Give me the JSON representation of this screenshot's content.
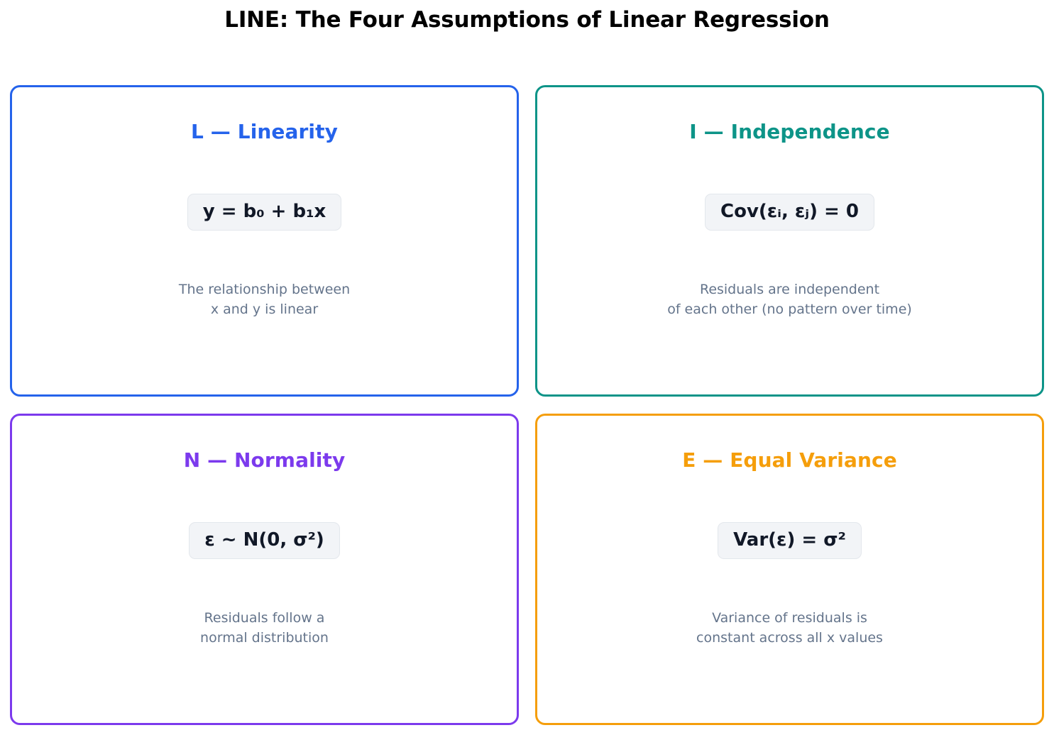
{
  "page": {
    "title": "LINE: The Four Assumptions of Linear Regression",
    "background": "#ffffff"
  },
  "cards": [
    {
      "id": "linearity",
      "title": "L — Linearity",
      "formula": "y = b₀ + b₁x",
      "description": "The relationship between\nx and y is linear",
      "accent_color": "#2563eb",
      "formula_bg": "#f2f4f7",
      "description_color": "#64748b"
    },
    {
      "id": "independence",
      "title": "I — Independence",
      "formula": "Cov(εᵢ, εⱼ) = 0",
      "description": "Residuals are independent\nof each other (no pattern over time)",
      "accent_color": "#0d9488",
      "formula_bg": "#f2f4f7",
      "description_color": "#64748b"
    },
    {
      "id": "normality",
      "title": "N — Normality",
      "formula": "ε ~ N(0, σ²)",
      "description": "Residuals follow a\nnormal distribution",
      "accent_color": "#7c3aed",
      "formula_bg": "#f2f4f7",
      "description_color": "#64748b"
    },
    {
      "id": "equal-variance",
      "title": "E — Equal Variance",
      "formula": "Var(ε) = σ²",
      "description": "Variance of residuals is\nconstant across all x values",
      "accent_color": "#f59e0b",
      "formula_bg": "#f2f4f7",
      "description_color": "#64748b"
    }
  ]
}
